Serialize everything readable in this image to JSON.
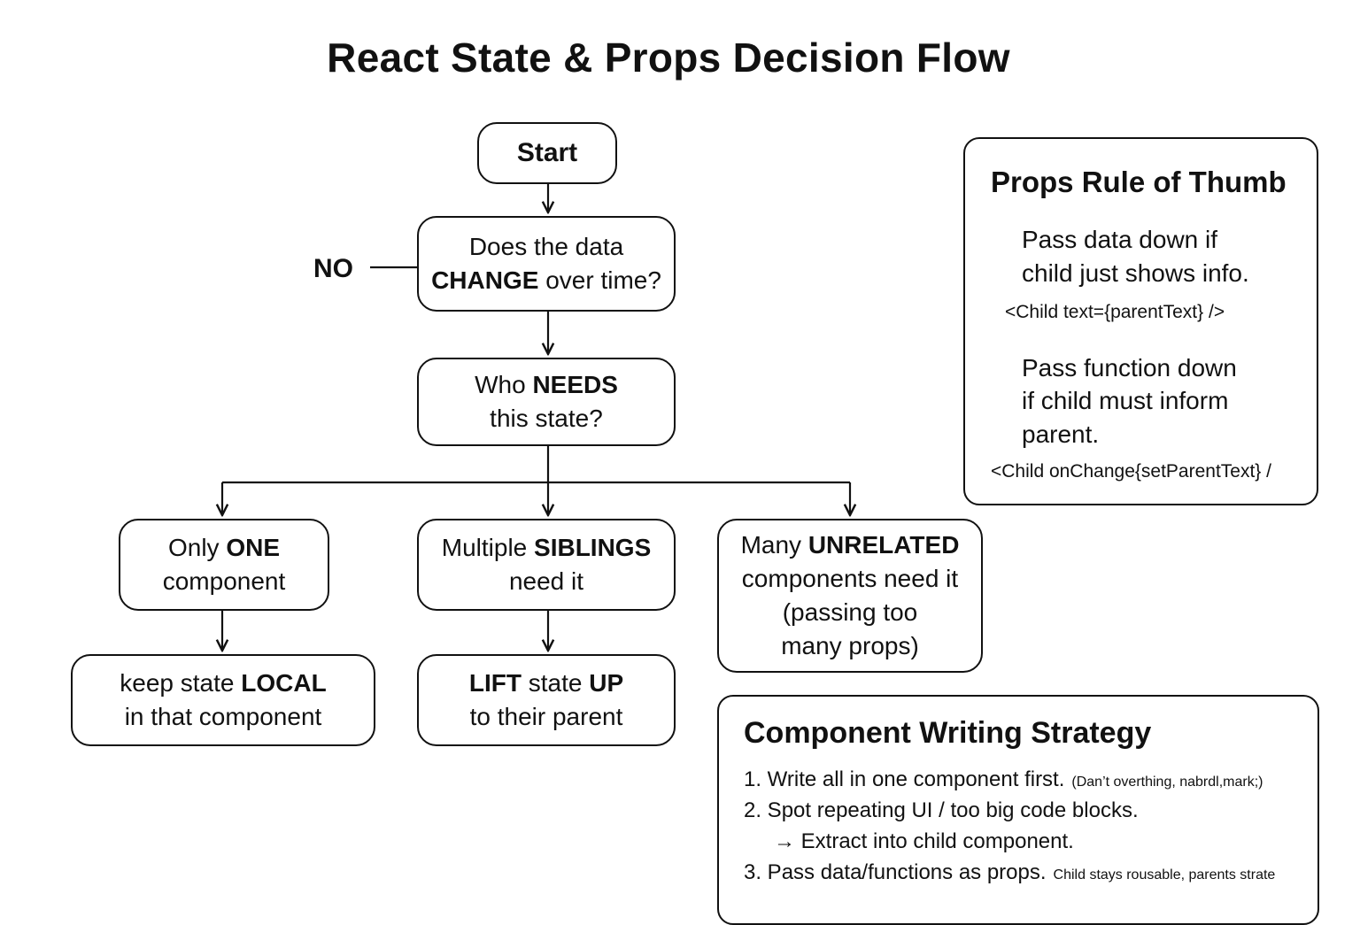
{
  "title": "React State & Props Decision Flow",
  "flow": {
    "start": "Start",
    "q_change": {
      "line1": "Does the data",
      "bold": "CHANGE",
      "rest": " over time?"
    },
    "no_label": "NO",
    "q_needs": {
      "pre": "Who ",
      "bold": "NEEDS",
      "line2": "this state?"
    },
    "branch_one": {
      "pre": "Only ",
      "bold": "ONE",
      "line2": "component"
    },
    "branch_siblings": {
      "pre": "Multiple ",
      "bold": "SIBLINGS",
      "line2": "need it"
    },
    "branch_unrelated": {
      "pre": "Many ",
      "bold": "UNRELATED",
      "line2": "components need it",
      "line3": "(passing too",
      "line4": "many props)"
    },
    "result_local": {
      "pre": "keep state ",
      "bold": "LOCAL",
      "line2": "in that component"
    },
    "result_lift": {
      "bold1": "LIFT",
      "mid": " state ",
      "bold2": "UP",
      "line2": "to their parent"
    }
  },
  "props_panel": {
    "title": "Props Rule of Thumb",
    "rule1_line1": "Pass data down if",
    "rule1_line2": "child just shows info.",
    "code1": "<Child text={parentText} />",
    "rule2_line1": "Pass function down",
    "rule2_line2": "if child must inform",
    "rule2_line3": "parent.",
    "code2": "<Child onChange{setParentText} /"
  },
  "strategy_panel": {
    "title": "Component Writing Strategy",
    "step1": "1. Write all in one component first.",
    "step1_note": "(Dan’t overthing, nabrdl,mark;)",
    "step2": "2. Spot repeating UI / too big code blocks.",
    "step2_sub": "→ Extract into child component.",
    "step3": "3. Pass data/functions as props.",
    "step3_note": "Child stays rousable, parents strate"
  }
}
